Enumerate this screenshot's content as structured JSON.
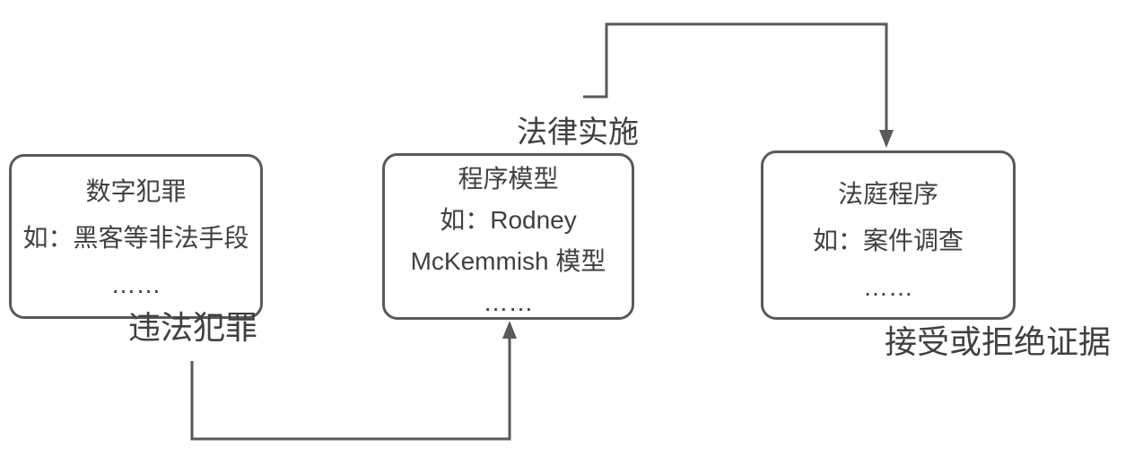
{
  "diagram": {
    "boxes": [
      {
        "id": "digital-crime",
        "lines": [
          "数字犯罪",
          "如：黑客等非法手段",
          "……"
        ]
      },
      {
        "id": "procedure-model",
        "lines": [
          "程序模型",
          "如：Rodney",
          "McKemmish 模型",
          "……"
        ]
      },
      {
        "id": "court-procedure",
        "lines": [
          "法庭程序",
          "如：案件调查",
          "……"
        ]
      }
    ],
    "labels": {
      "law_enforcement": "法律实施",
      "illegal_crime": "违法犯罪",
      "accept_or_reject_evidence": "接受或拒绝证据"
    },
    "colors": {
      "stroke": "#595959",
      "text": "#404040",
      "background": "#ffffff"
    }
  }
}
